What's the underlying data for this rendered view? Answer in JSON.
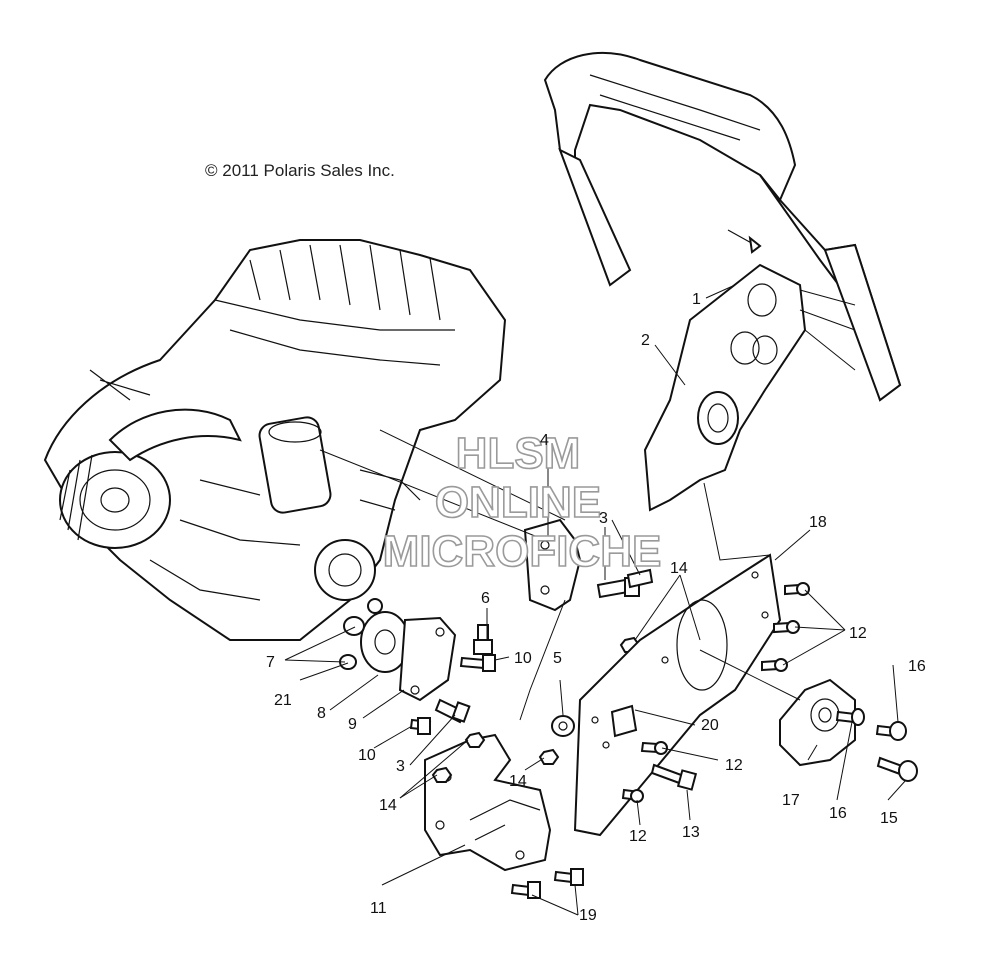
{
  "copyright": "© 2011 Polaris Sales Inc.",
  "watermark": {
    "line1": "HLSM",
    "line2": "ONLINE",
    "line3": "MICROFICHE"
  },
  "callouts": {
    "c1": "1",
    "c2": "2",
    "c3a": "3",
    "c3b": "3",
    "c4": "4",
    "c5": "5",
    "c6": "6",
    "c7": "7",
    "c8": "8",
    "c9": "9",
    "c10a": "10",
    "c10b": "10",
    "c11": "11",
    "c12a": "12",
    "c12b": "12",
    "c12c": "12",
    "c13": "13",
    "c14a": "14",
    "c14b": "14",
    "c14c": "14",
    "c15": "15",
    "c16a": "16",
    "c16b": "16",
    "c17": "17",
    "c18": "18",
    "c19": "19",
    "c20": "20",
    "c21": "21"
  },
  "colors": {
    "line": "#111111",
    "watermark_outline": "#9a9a9a",
    "background": "#ffffff"
  }
}
